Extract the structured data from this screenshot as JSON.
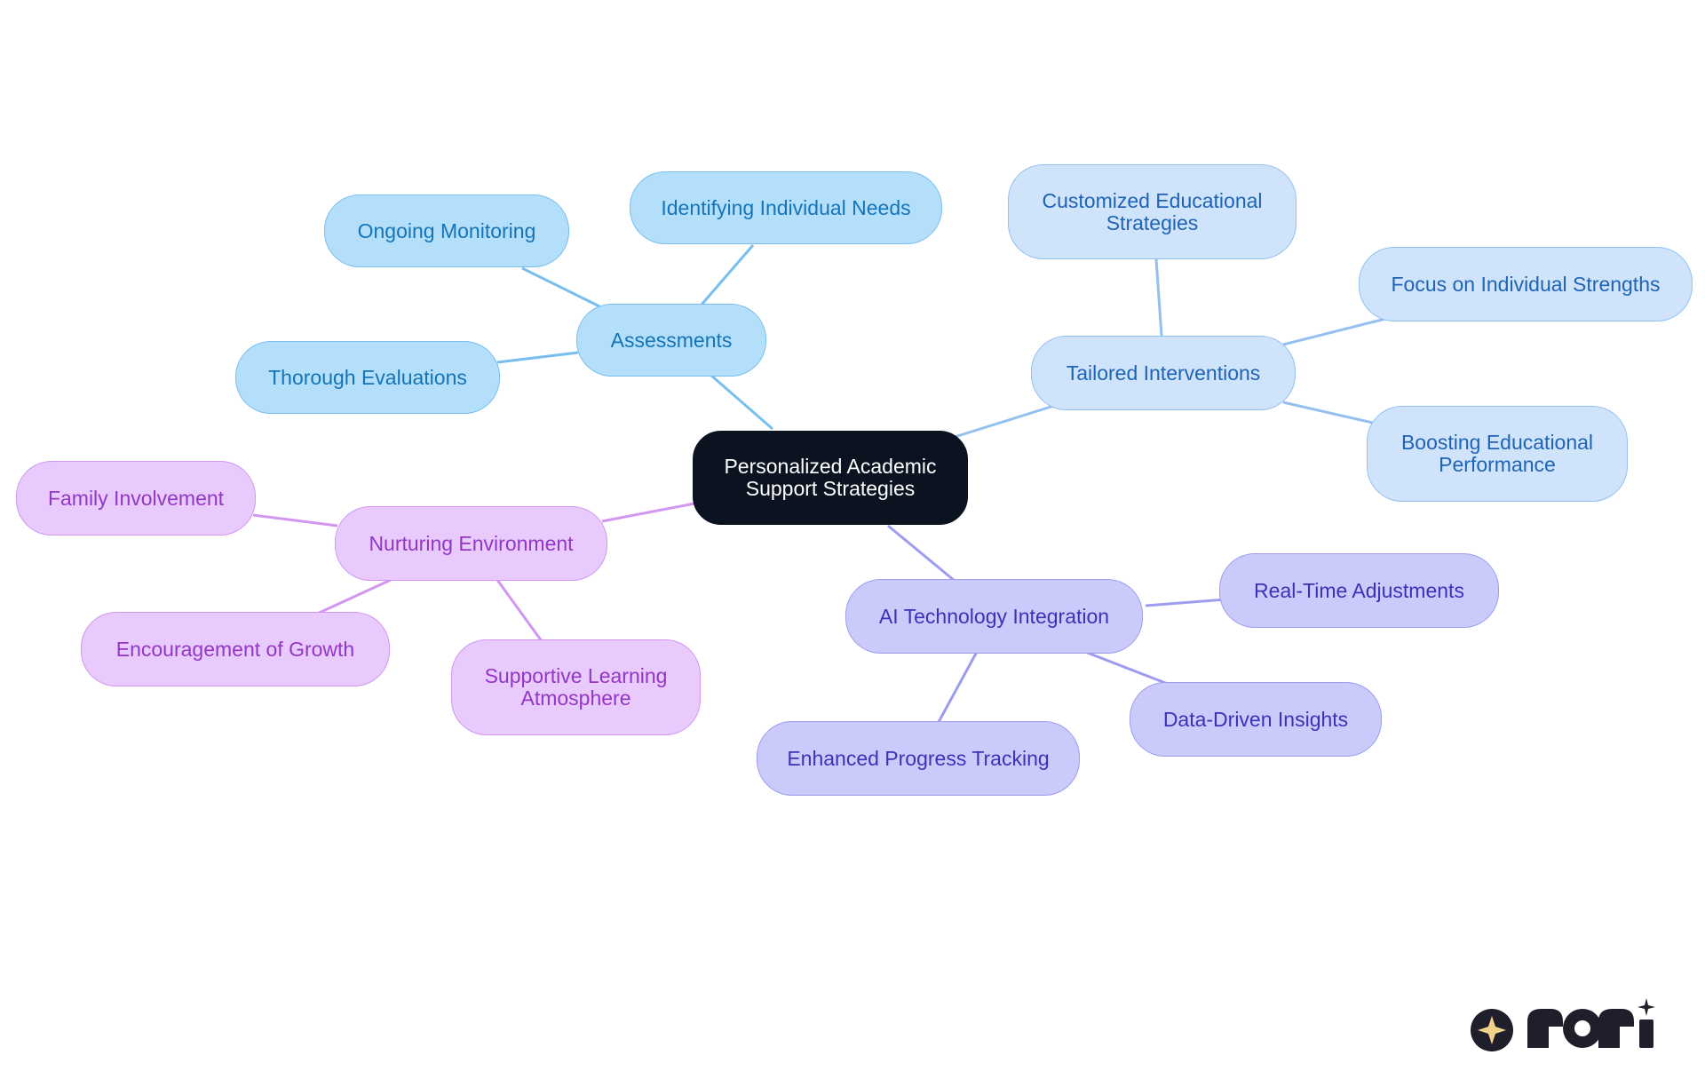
{
  "colors": {
    "root_bg": "#0b1320",
    "assessments": "#78bff0",
    "tailored": "#94c0ef",
    "ai": "#9d9cf0",
    "nurturing": "#d296f1"
  },
  "root": {
    "label": "Personalized Academic Support Strategies"
  },
  "branches": [
    {
      "key": "assessments",
      "label": "Assessments",
      "children": [
        "Identifying Individual Needs",
        "Ongoing Monitoring",
        "Thorough Evaluations"
      ]
    },
    {
      "key": "tailored",
      "label": "Tailored Interventions",
      "children": [
        "Customized Educational Strategies",
        "Focus on Individual Strengths",
        "Boosting Educational Performance"
      ]
    },
    {
      "key": "ai",
      "label": "AI Technology Integration",
      "children": [
        "Real-Time Adjustments",
        "Data-Driven Insights",
        "Enhanced Progress Tracking"
      ]
    },
    {
      "key": "nurturing",
      "label": "Nurturing Environment",
      "children": [
        "Family Involvement",
        "Encouragement of Growth",
        "Supportive Learning Atmosphere"
      ]
    }
  ],
  "logo": {
    "name": "rori-logo",
    "text": "rori"
  }
}
